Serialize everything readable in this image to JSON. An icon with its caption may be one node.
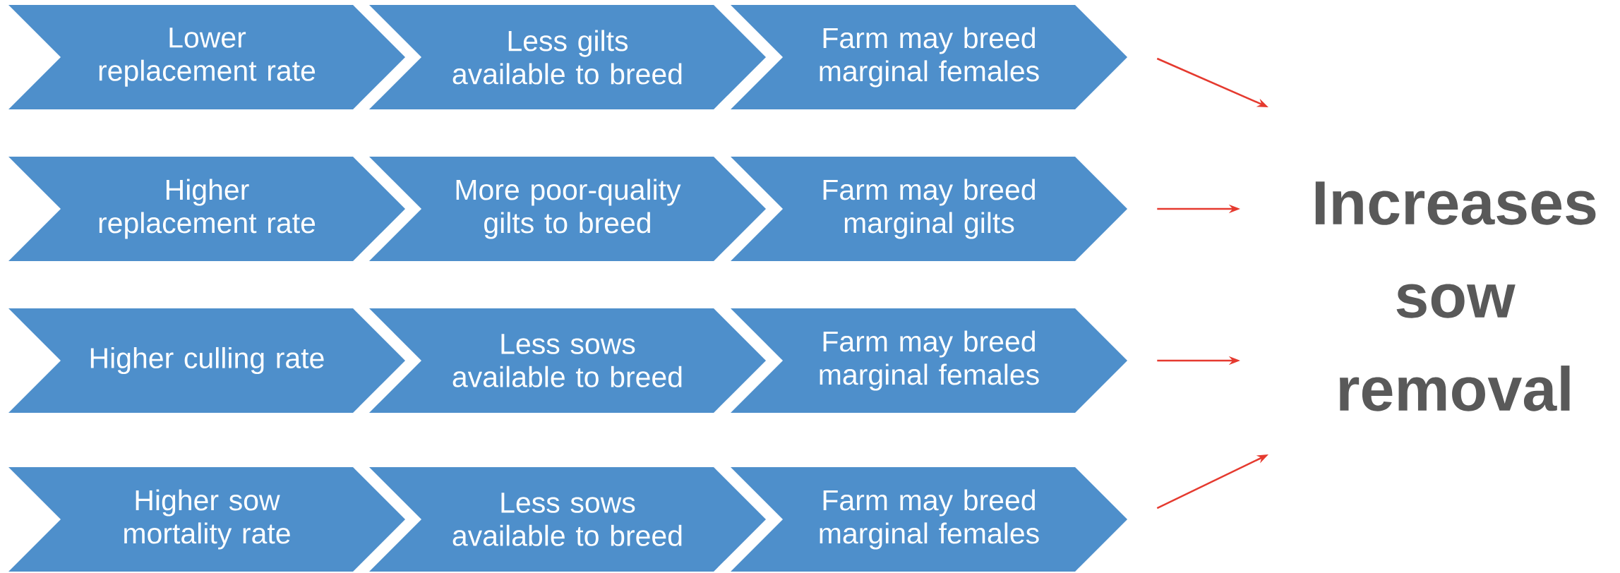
{
  "diagram": {
    "nodes": [
      {
        "text": [
          "Lower replacement rate"
        ]
      },
      {
        "text": [
          "Less gilts available to breed"
        ]
      },
      {
        "text": [
          "Farm may breed marginal females"
        ]
      },
      {
        "text": [
          "Higher replacement rate"
        ]
      },
      {
        "text": [
          "More poor-quality gilts to breed"
        ]
      },
      {
        "text": [
          "Farm may breed marginal gilts"
        ]
      },
      {
        "text": [
          "Higher culling rate"
        ]
      },
      {
        "text": [
          "Less sows available to breed"
        ]
      },
      {
        "text": [
          "Farm may breed marginal females"
        ]
      },
      {
        "text": [
          "Higher sow mortality rate"
        ]
      },
      {
        "text": [
          "Less sows available to breed"
        ]
      },
      {
        "text": [
          "Farm may breed marginal females"
        ]
      },
      {
        "text": [
          "Increases sow removal"
        ]
      }
    ],
    "edges": [
      {
        "from": 2,
        "to": 12,
        "arrow": "to"
      },
      {
        "from": 5,
        "to": 12,
        "arrow": "to"
      },
      {
        "from": 8,
        "to": 12,
        "arrow": "to"
      },
      {
        "from": 11,
        "to": 12,
        "arrow": "to"
      }
    ]
  }
}
